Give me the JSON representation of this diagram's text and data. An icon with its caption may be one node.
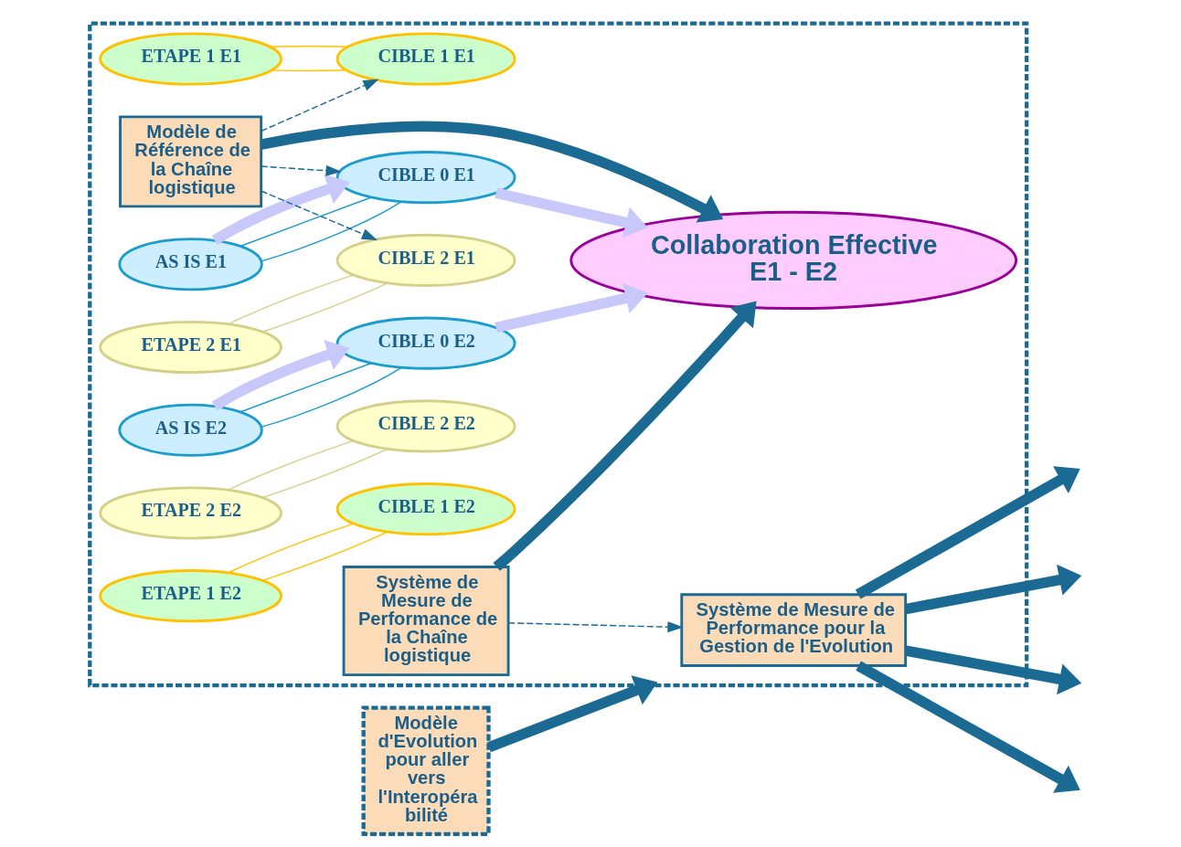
{
  "diagram": {
    "nodes": [
      {
        "text": [],
        "shape": "box"
      },
      {
        "text": [
          "Modèle d'Evolution pour aller vers l'Interopéra bilité"
        ]
      },
      {
        "text": [
          "Système de Mesure de Performance pour la Gestion de l'Evolution"
        ],
        "in": 0
      },
      {
        "text": [
          "AS IS E1"
        ],
        "in": 0
      },
      {
        "text": [
          "ETAPE 1 E1"
        ],
        "in": 0
      },
      {
        "text": [
          "ETAPE 2 E1"
        ],
        "in": 0
      },
      {
        "text": [
          "CIBLE 0 E1"
        ],
        "in": 0
      },
      {
        "text": [
          "CIBLE 1 E1"
        ],
        "in": 0
      },
      {
        "text": [
          "CIBLE 2 E1"
        ],
        "in": 0
      },
      {
        "text": [
          "Modèle de Référence de la Chaîne logistique"
        ],
        "in": 0
      },
      {
        "text": [
          "Collaboration Effective E1 - E2"
        ],
        "in": 0
      },
      {
        "text": [
          "CIBLE 2 E2"
        ],
        "in": 0
      },
      {
        "text": [
          "Système de Mesure de Performance de la Chaîne logistique"
        ],
        "in": 0
      },
      {
        "text": [
          "CIBLE 1 E2"
        ],
        "in": 0
      },
      {
        "text": [
          "ETAPE 2 E2"
        ],
        "in": 0
      },
      {
        "text": [
          "CIBLE 0 E2"
        ],
        "in": 0
      },
      {
        "text": [
          "ETAPE 1 E2"
        ],
        "in": 0
      },
      {
        "text": [
          "AS IS E2"
        ],
        "in": 0
      }
    ],
    "edges": [
      {
        "from": 1,
        "to": 0,
        "arrow": "to",
        "style": "thick"
      },
      {
        "from": 2,
        "to": null,
        "arrow": "to",
        "style": "thick"
      },
      {
        "from": 2,
        "to": null,
        "arrow": "to",
        "style": "thick"
      },
      {
        "from": 2,
        "to": null,
        "arrow": "to",
        "style": "thick"
      },
      {
        "from": 2,
        "to": null,
        "arrow": "to",
        "style": "thick"
      },
      {
        "from": 3,
        "to": 6,
        "arrow": "none",
        "color": "#1a9ccc"
      },
      {
        "from": 3,
        "to": 6,
        "arrow": "none",
        "color": "#1a9ccc"
      },
      {
        "from": 4,
        "to": 7,
        "arrow": "none",
        "color": "#ffc000"
      },
      {
        "from": 4,
        "to": 7,
        "arrow": "none",
        "color": "#ffc000"
      },
      {
        "from": 5,
        "to": 8,
        "arrow": "none",
        "color": "#d4d08a"
      },
      {
        "from": 5,
        "to": 8,
        "arrow": "none",
        "color": "#d4d08a"
      },
      {
        "from": 3,
        "to": 6,
        "arrow": "to",
        "style": "thick",
        "color": "#c8c8fa"
      },
      {
        "from": 6,
        "to": 10,
        "arrow": "to",
        "style": "thick",
        "color": "#c8c8fa"
      },
      {
        "from": 9,
        "to": 6,
        "arrow": "to",
        "style": "dashed"
      },
      {
        "from": 9,
        "to": 7,
        "arrow": "to",
        "style": "dashed"
      },
      {
        "from": 9,
        "to": 8,
        "arrow": "to",
        "style": "dashed"
      },
      {
        "from": 9,
        "to": 10,
        "arrow": "to",
        "style": "thick"
      },
      {
        "from": 12,
        "to": 10,
        "arrow": "to",
        "style": "thick"
      },
      {
        "from": 12,
        "to": 2,
        "arrow": "to",
        "style": "dashed"
      },
      {
        "from": 17,
        "to": 15,
        "arrow": "none",
        "color": "#1a9ccc"
      },
      {
        "from": 17,
        "to": 15,
        "arrow": "none",
        "color": "#1a9ccc"
      },
      {
        "from": 16,
        "to": 13,
        "arrow": "none",
        "color": "#ffc000"
      },
      {
        "from": 16,
        "to": 13,
        "arrow": "none",
        "color": "#ffc000"
      },
      {
        "from": 14,
        "to": 11,
        "arrow": "none",
        "color": "#d4d08a"
      },
      {
        "from": 14,
        "to": 11,
        "arrow": "none",
        "color": "#d4d08a"
      },
      {
        "from": 17,
        "to": 15,
        "arrow": "to",
        "style": "thick",
        "color": "#c8c8fa"
      },
      {
        "from": 15,
        "to": 10,
        "arrow": "to",
        "style": "thick",
        "color": "#c8c8fa"
      }
    ]
  }
}
